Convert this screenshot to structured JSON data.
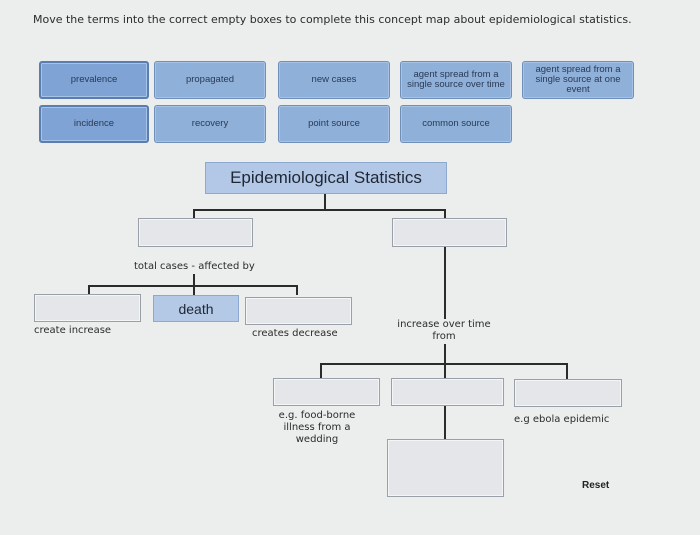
{
  "instruction": "Move the terms into the correct empty boxes to complete this concept map about epidemiological statistics.",
  "terms": [
    "prevalence",
    "propagated",
    "new cases",
    "agent spread from a single source over time",
    "agent spread from a single source at one event",
    "incidence",
    "recovery",
    "point source",
    "common source"
  ],
  "map": {
    "title": "Epidemiological Statistics",
    "filled_box": "death",
    "labels": {
      "total_cases": "total cases - affected by",
      "create_increase": "create increase",
      "creates_decrease": "creates decrease",
      "increase_over_time": "increase over time from",
      "food_borne": "e.g. food-borne illness from a wedding",
      "ebola": "e.g ebola epidemic"
    }
  },
  "reset_label": "Reset"
}
